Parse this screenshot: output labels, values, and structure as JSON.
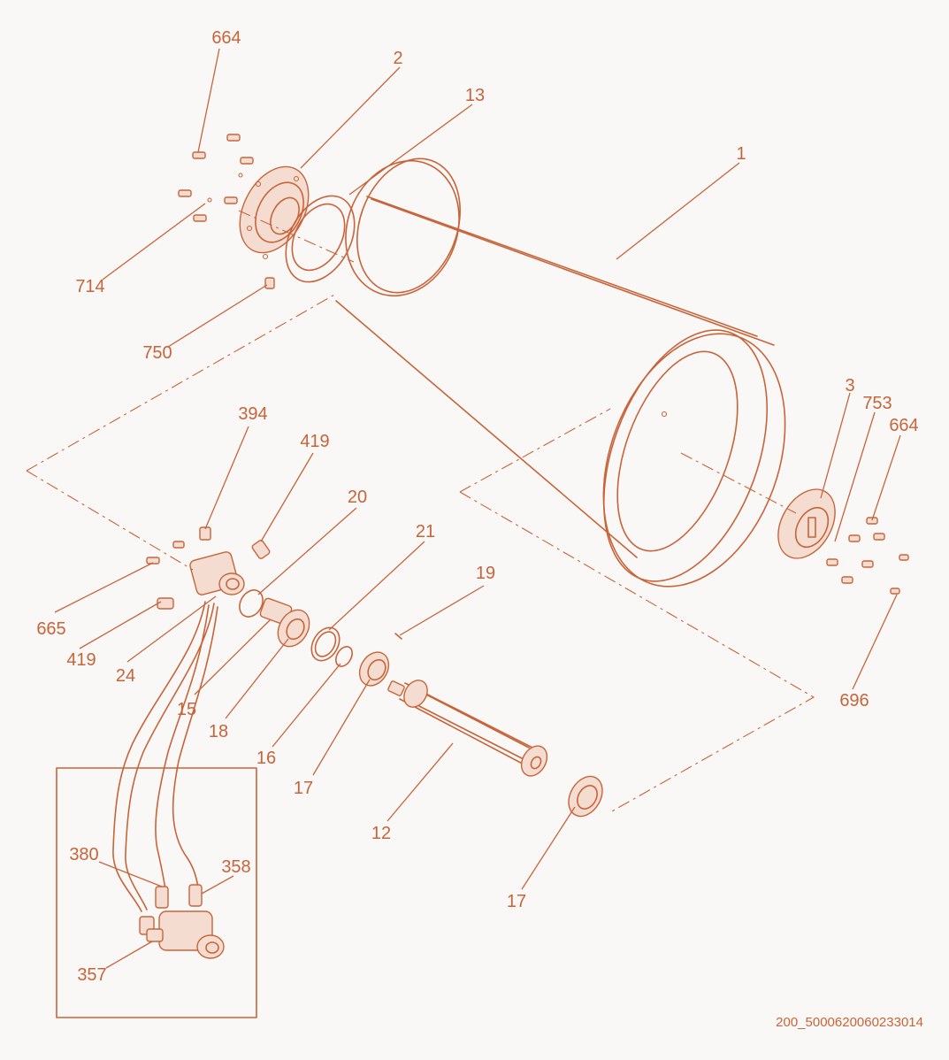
{
  "drawing_code": "200_5000620060233014",
  "callouts": {
    "c664a": "664",
    "c2": "2",
    "c13": "13",
    "c1": "1",
    "c714": "714",
    "c750": "750",
    "c394": "394",
    "c419a": "419",
    "c20": "20",
    "c21": "21",
    "c19": "19",
    "c3": "3",
    "c753": "753",
    "c664b": "664",
    "c665": "665",
    "c419b": "419",
    "c24": "24",
    "c15": "15",
    "c18": "18",
    "c16": "16",
    "c17a": "17",
    "c12": "12",
    "c17b": "17",
    "c696": "696",
    "c380": "380",
    "c358": "358",
    "c357": "357"
  },
  "colors": {
    "line": "#c8643a",
    "background": "#f9f8f6"
  }
}
